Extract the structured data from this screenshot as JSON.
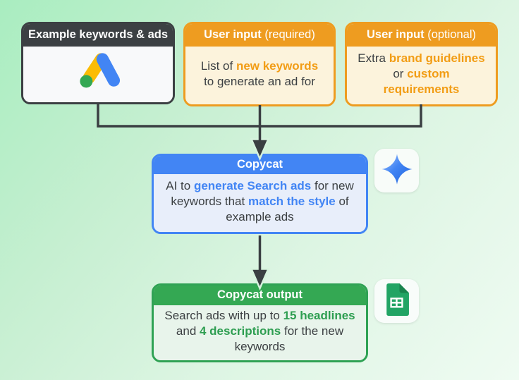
{
  "colors": {
    "background_start": "#A9EDC0",
    "background_end": "#EFFBF2",
    "connector": "#3A3F42",
    "notch": "#D6F3DD",
    "dark": "#3C4043",
    "orange": "#EE9C20",
    "orange_text": "#F29D15",
    "orange_body": "#FCF3DC",
    "blue": "#4285F4",
    "blue_body": "#E8EEFA",
    "green": "#34A853",
    "green_border": "#2FA254",
    "green_text": "#2E9E51",
    "green_body": "#E8F4EB",
    "ads_logo_yellow": "#FBBC04",
    "ads_logo_blue": "#4285F4",
    "ads_logo_green": "#34A853",
    "sheets_green": "#21A464",
    "sheets_fold_green": "#18834D",
    "gemini_star_blue": "#4285F4"
  },
  "icons": {
    "examples": "google-ads-icon",
    "copycat": "gemini-star-icon",
    "output": "google-sheets-icon"
  },
  "nodes": {
    "examples": {
      "header_bold": "Example keywords & ads",
      "header_normal": ""
    },
    "required_input": {
      "header_bold": "User input",
      "header_normal": " (required)",
      "segments": [
        {
          "t": "List of ",
          "h": false
        },
        {
          "t": "new keywords",
          "h": true
        },
        {
          "br": true
        },
        {
          "t": "to generate an ad for",
          "h": false
        }
      ]
    },
    "optional_input": {
      "header_bold": "User input",
      "header_normal": " (optional)",
      "segments": [
        {
          "t": "Extra ",
          "h": false
        },
        {
          "t": "brand guidelines",
          "h": true
        },
        {
          "br": true
        },
        {
          "t": "or ",
          "h": false
        },
        {
          "t": "custom",
          "h": true
        },
        {
          "br": true
        },
        {
          "t": "requirements",
          "h": true
        }
      ]
    },
    "copycat": {
      "header_bold": "Copycat",
      "header_normal": "",
      "segments": [
        {
          "t": "AI to ",
          "h": false
        },
        {
          "t": "generate Search ads",
          "h": true
        },
        {
          "t": " for new",
          "h": false
        },
        {
          "br": true
        },
        {
          "t": "keywords that ",
          "h": false
        },
        {
          "t": "match the style",
          "h": true
        },
        {
          "t": " of",
          "h": false
        },
        {
          "br": true
        },
        {
          "t": "example ads",
          "h": false
        }
      ]
    },
    "output": {
      "header_bold": "Copycat output",
      "header_normal": "",
      "segments": [
        {
          "t": "Search ads with up to ",
          "h": false
        },
        {
          "t": "15 headlines",
          "h": true
        },
        {
          "br": true
        },
        {
          "t": "and ",
          "h": false
        },
        {
          "t": "4 descriptions",
          "h": true
        },
        {
          "t": " for the new",
          "h": false
        },
        {
          "br": true
        },
        {
          "t": "keywords",
          "h": false
        }
      ]
    }
  }
}
